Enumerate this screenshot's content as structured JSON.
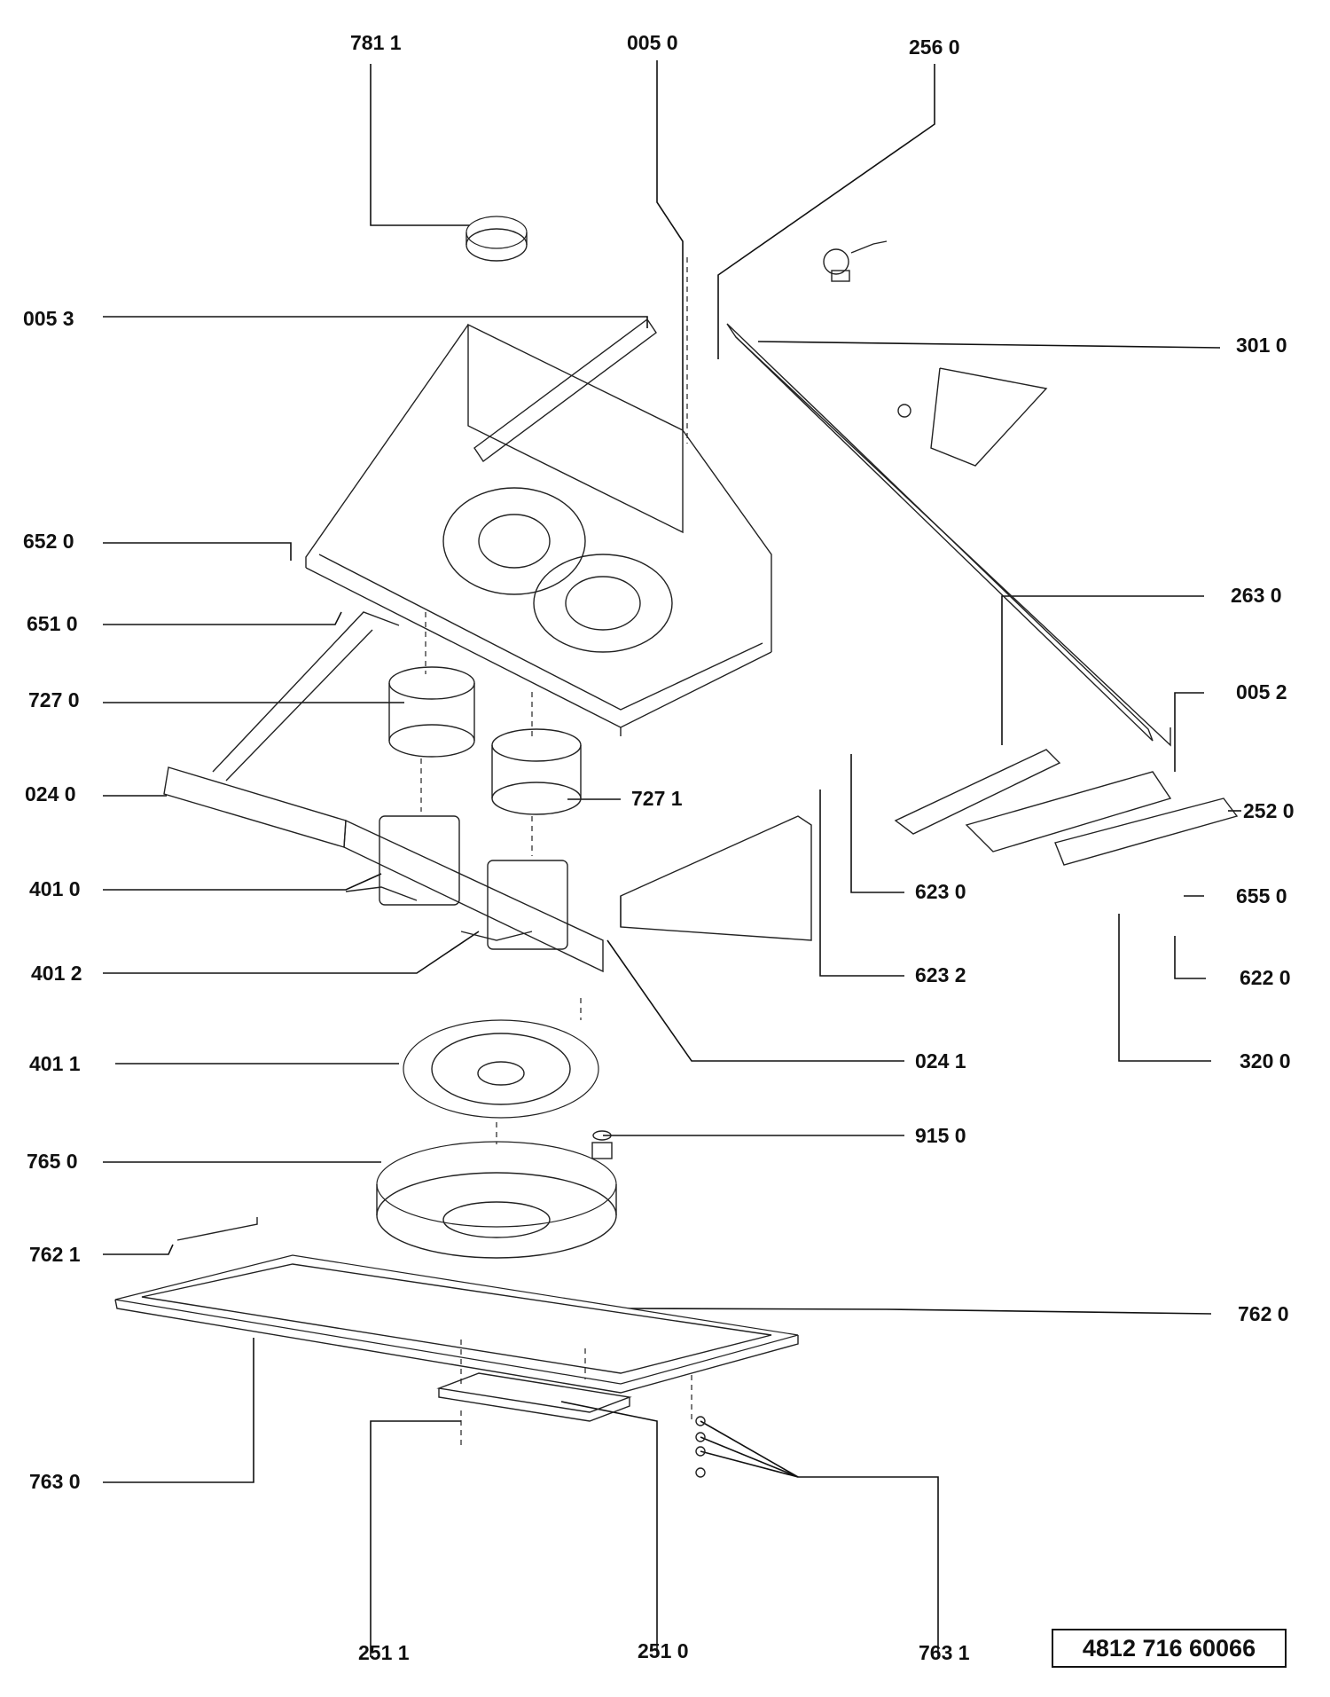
{
  "document_number": "4812 716 60066",
  "part_labels": {
    "p7811": "781 1",
    "p0050": "005 0",
    "p2560": "256 0",
    "p0053": "005 3",
    "p3010": "301 0",
    "p6520": "652 0",
    "p6510": "651 0",
    "p2630": "263 0",
    "p7270": "727 0",
    "p0052": "005 2",
    "p0240": "024 0",
    "p7271": "727 1",
    "p2520": "252 0",
    "p4010": "401 0",
    "p6230": "623 0",
    "p6550": "655 0",
    "p4012": "401 2",
    "p6232": "623 2",
    "p6220": "622 0",
    "p4011": "401 1",
    "p0241": "024 1",
    "p3200": "320 0",
    "p9150": "915 0",
    "p7650": "765 0",
    "p7621": "762 1",
    "p7620": "762 0",
    "p7630": "763 0",
    "p2511": "251 1",
    "p2510": "251 0",
    "p7631": "763 1"
  }
}
